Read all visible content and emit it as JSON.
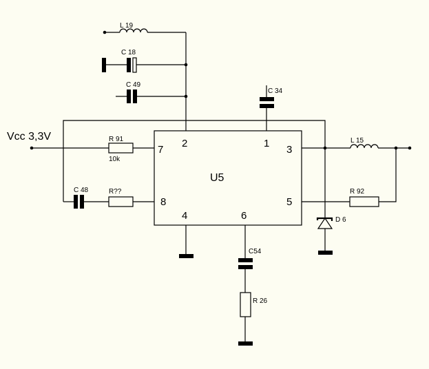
{
  "schematic": {
    "supply_label": "Vcc 3,3V",
    "ic": {
      "name": "U5",
      "pins": {
        "p1": "1",
        "p2": "2",
        "p3": "3",
        "p4": "4",
        "p5": "5",
        "p6": "6",
        "p7": "7",
        "p8": "8"
      }
    },
    "components": {
      "L19": {
        "label": "L 19"
      },
      "C18": {
        "label": "C 18"
      },
      "C49": {
        "label": "C 49"
      },
      "C34": {
        "label": "C 34"
      },
      "R91": {
        "label": "R 91",
        "value": "10k"
      },
      "C48": {
        "label": "C 48"
      },
      "Rqq": {
        "label": "R??"
      },
      "L15": {
        "label": "L 15"
      },
      "R92": {
        "label": "R 92"
      },
      "D6": {
        "label": "D 6"
      },
      "C54": {
        "label": "C54"
      },
      "R26": {
        "label": "R 26"
      }
    }
  }
}
